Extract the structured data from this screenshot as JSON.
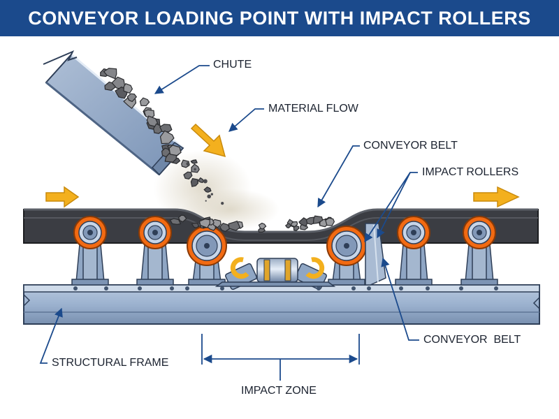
{
  "title": "CONVEYOR LOADING POINT WITH IMPACT ROLLERS",
  "labels": {
    "chute": "CHUTE",
    "material_flow": "MATERIAL FLOW",
    "conveyor_belt_top": "CONVEYOR BELT",
    "impact_rollers": "IMPACT ROLLERS",
    "conveyor_belt_right": "CONVEYOR  BELT",
    "structural_frame": "STRUCTURAL FRAME",
    "impact_zone": "IMPACT ZONE"
  },
  "colors": {
    "title_bar": "#1b4a8c",
    "roller_ring": "#f26a12",
    "arrow": "#f3b01e",
    "steel": "#8fa6c4",
    "belt": "#3b3d43",
    "leader_line": "#1b4a8c"
  }
}
